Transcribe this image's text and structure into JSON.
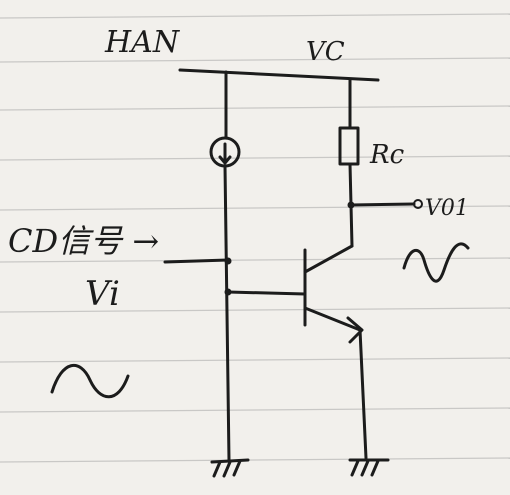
{
  "labels": {
    "top_left": "HAN",
    "top_right": "VC",
    "resistor": "Rc",
    "output": "V01",
    "signal": "CD信号 →",
    "input": "Vi"
  }
}
